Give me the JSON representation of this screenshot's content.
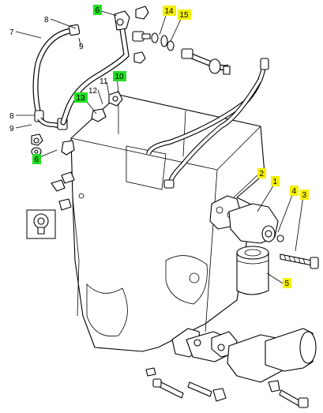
{
  "callouts": {
    "c1": "1",
    "c2": "2",
    "c3": "3",
    "c4": "4",
    "c5": "5",
    "c6a": "6",
    "c6b": "6",
    "c7": "7",
    "c8a": "8",
    "c8b": "8",
    "c9a": "9",
    "c9b": "9",
    "c10": "10",
    "c11": "11",
    "c12": "12",
    "c13": "13",
    "c14": "14",
    "c15": "15"
  },
  "colors": {
    "yellow_tag": "#f4f000",
    "green_tag": "#22dd22",
    "ink": "#000000",
    "paper": "#ffffff"
  }
}
